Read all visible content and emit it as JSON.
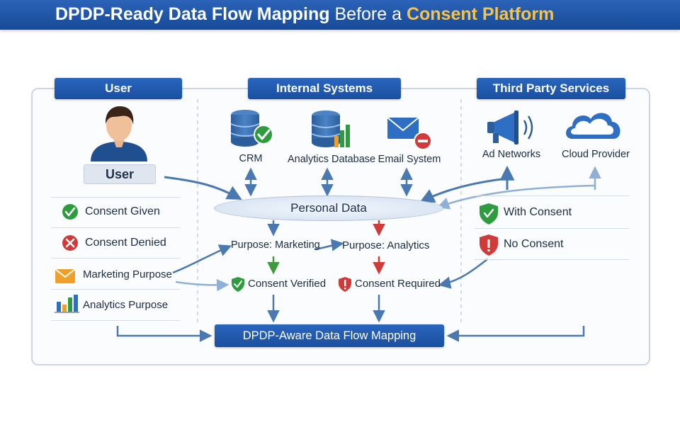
{
  "title": {
    "part1": "DPDP-Ready Data Flow Mapping",
    "part2": " Before a ",
    "part3": "Consent Platform"
  },
  "columns": {
    "user": "User",
    "internal": "Internal Systems",
    "third_party": "Third Party Services"
  },
  "user": {
    "pill": "User",
    "legend": [
      {
        "label": "Consent Given",
        "icon": "check-circle-icon",
        "color": "#2e9b3e"
      },
      {
        "label": "Consent Denied",
        "icon": "x-circle-icon",
        "color": "#d23a3a"
      },
      {
        "label": "Marketing Purpose",
        "icon": "envelope-icon",
        "color": "#f0a028"
      },
      {
        "label": "Analytics Purpose",
        "icon": "bar-chart-icon",
        "color": "#2e6fc4"
      }
    ]
  },
  "internal": {
    "systems": [
      {
        "label": "CRM",
        "icon": "database-check-icon"
      },
      {
        "label": "Analytics Database",
        "icon": "database-chart-icon"
      },
      {
        "label": "Email System",
        "icon": "envelope-blocked-icon"
      }
    ],
    "hub": "Personal Data",
    "purposes": [
      "Purpose: Marketing",
      "Purpose: Analytics"
    ],
    "statuses": [
      {
        "label": "Consent Verified",
        "icon": "shield-check-icon"
      },
      {
        "label": "Consent Required",
        "icon": "shield-alert-icon"
      }
    ]
  },
  "third_party": {
    "services": [
      {
        "label": "Ad Networks",
        "icon": "megaphone-icon"
      },
      {
        "label": "Cloud Provider",
        "icon": "cloud-icon"
      }
    ],
    "legend": [
      {
        "label": "With Consent",
        "icon": "shield-check-icon",
        "color": "#2e9b3e"
      },
      {
        "label": "No Consent",
        "icon": "shield-alert-icon",
        "color": "#d23a3a"
      }
    ]
  },
  "footer": {
    "mapping": "DPDP-Aware Data Flow Mapping"
  },
  "colors": {
    "header_blue": "#1f57a8",
    "arrow_blue": "#4a78b0",
    "arrow_green": "#3e9a3a",
    "arrow_red": "#d23a3a",
    "accent_gold": "#f6c34a"
  }
}
